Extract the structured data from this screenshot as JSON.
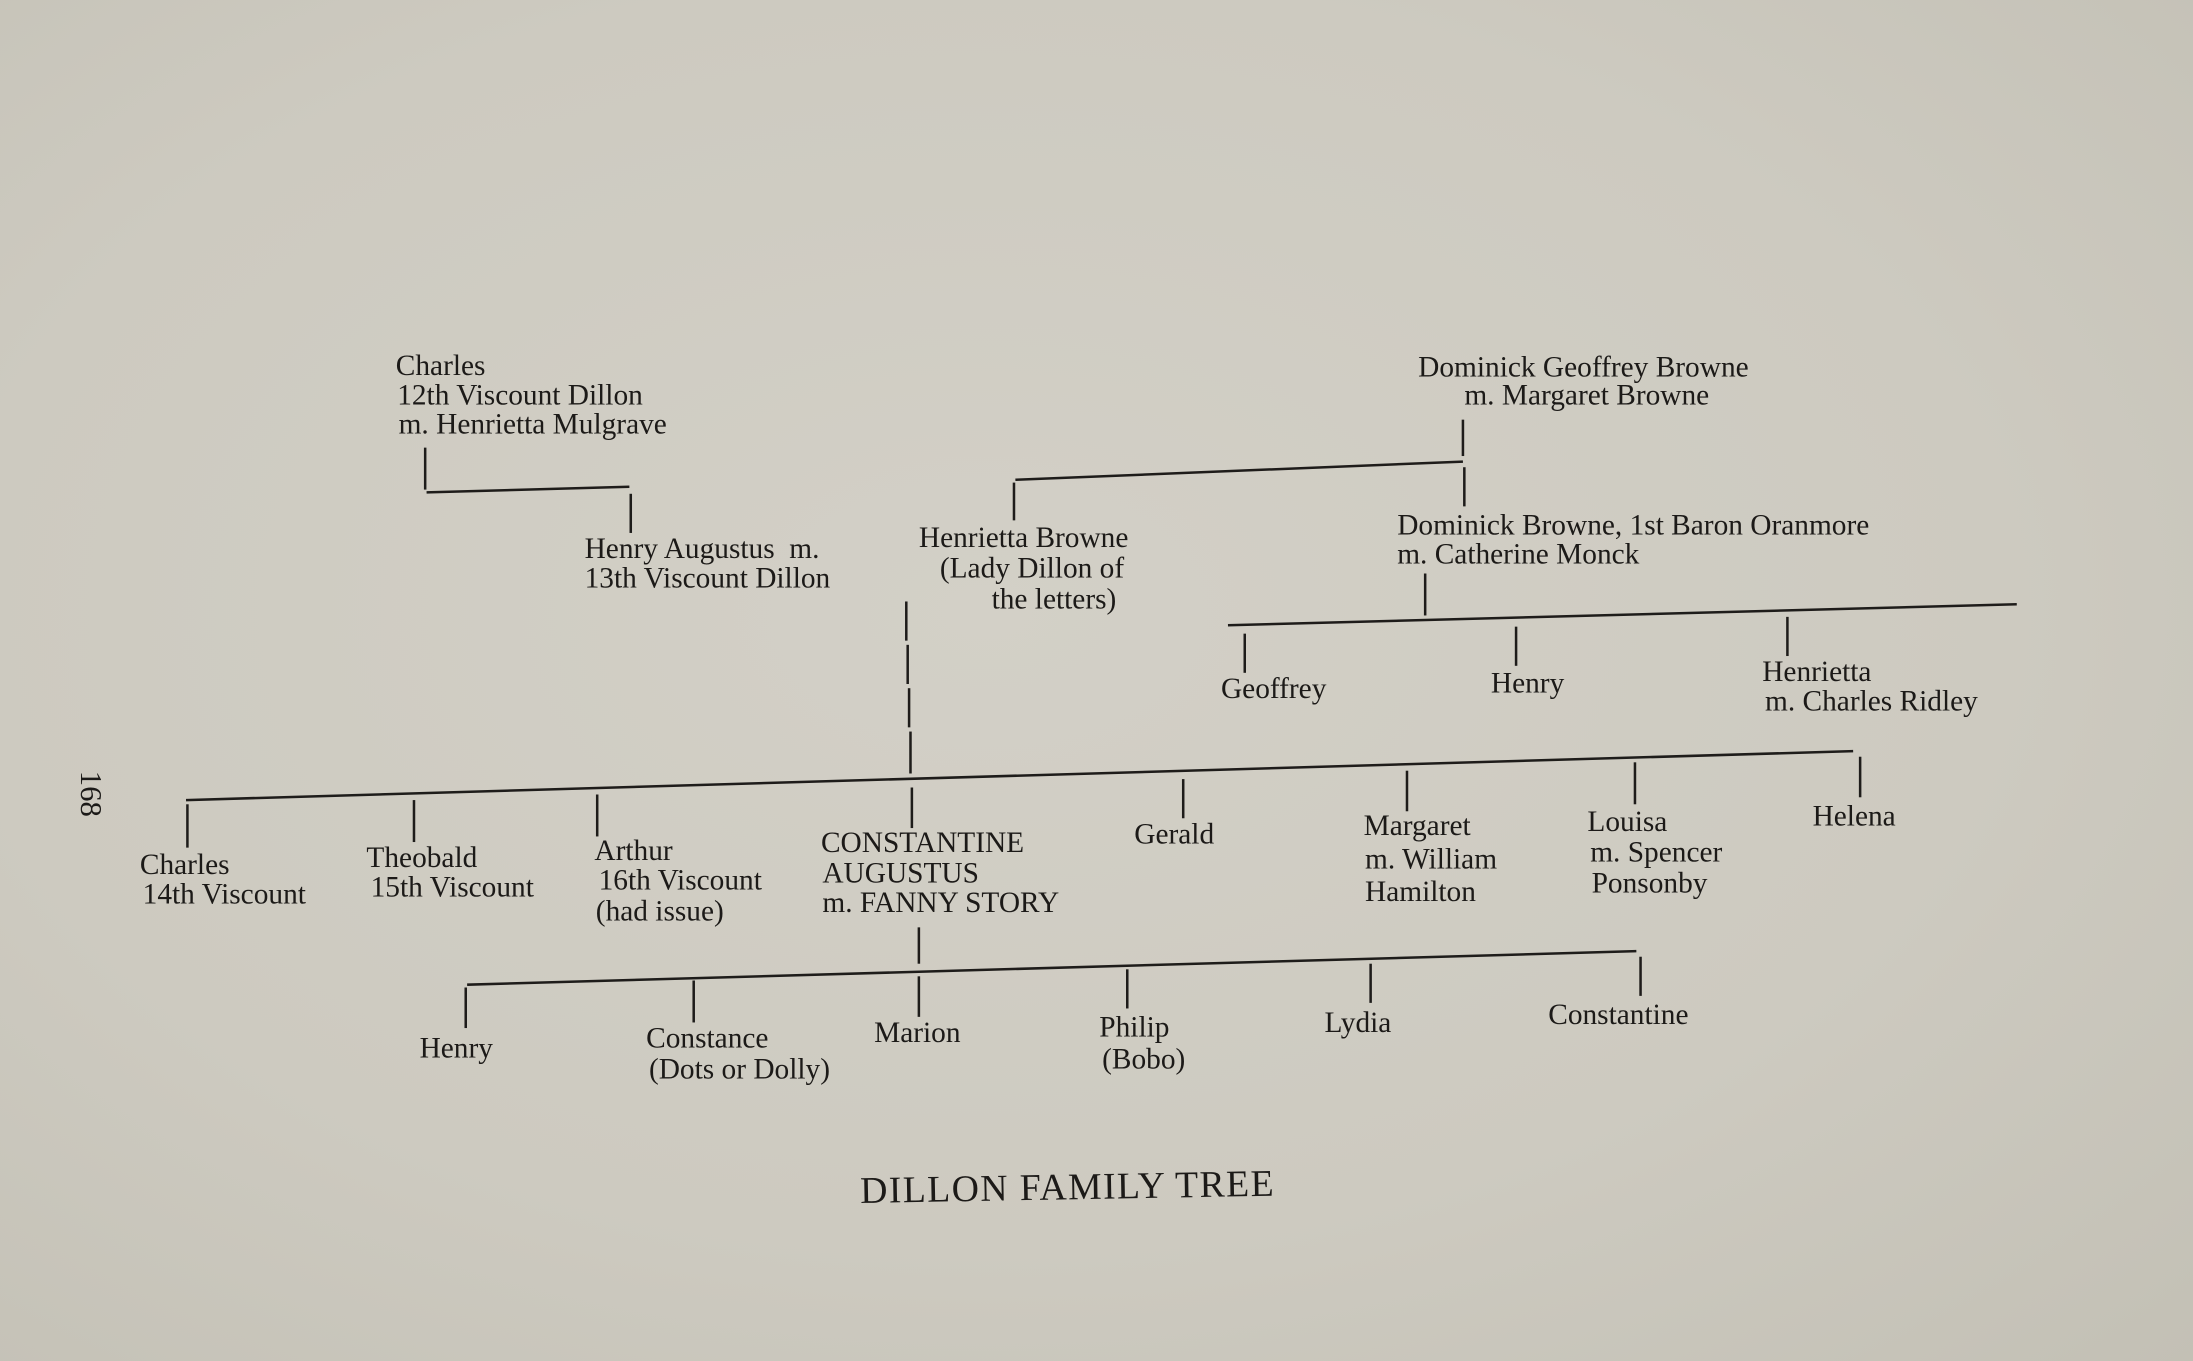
{
  "page_number": "168",
  "title": "DILLON FAMILY TREE",
  "gen1": {
    "dillon": [
      "Charles",
      "12th Viscount Dillon",
      "m. Henrietta Mulgrave"
    ],
    "browne": [
      "Dominick Geoffrey Browne",
      "m. Margaret Browne"
    ]
  },
  "gen2": {
    "henry": [
      "Henry Augustus  m.",
      "13th Viscount Dillon"
    ],
    "henrietta": [
      "Henrietta Browne",
      "(Lady Dillon of",
      "the letters)"
    ],
    "oranmore": [
      "Dominick Browne, 1st Baron Oranmore",
      "m. Catherine Monck"
    ]
  },
  "oranmore_children": {
    "geoffrey": [
      "Geoffrey"
    ],
    "henry": [
      "Henry"
    ],
    "henrietta": [
      "Henrietta",
      "m. Charles Ridley"
    ]
  },
  "gen3": {
    "charles": [
      "Charles",
      "14th Viscount"
    ],
    "theobald": [
      "Theobald",
      "15th Viscount"
    ],
    "arthur": [
      "Arthur",
      "16th Viscount",
      "(had issue)"
    ],
    "constantine": [
      "CONSTANTINE",
      "AUGUSTUS",
      "m. FANNY STORY"
    ],
    "gerald": [
      "Gerald"
    ],
    "margaret": [
      "Margaret",
      "m. William",
      "Hamilton"
    ],
    "louisa": [
      "Louisa",
      "m. Spencer",
      "Ponsonby"
    ],
    "helena": [
      "Helena"
    ]
  },
  "gen4": {
    "henry": [
      "Henry"
    ],
    "constance": [
      "Constance",
      "(Dots or Dolly)"
    ],
    "marion": [
      "Marion"
    ],
    "philip": [
      "Philip",
      "(Bobo)"
    ],
    "lydia": [
      "Lydia"
    ],
    "constantine": [
      "Constantine"
    ]
  }
}
